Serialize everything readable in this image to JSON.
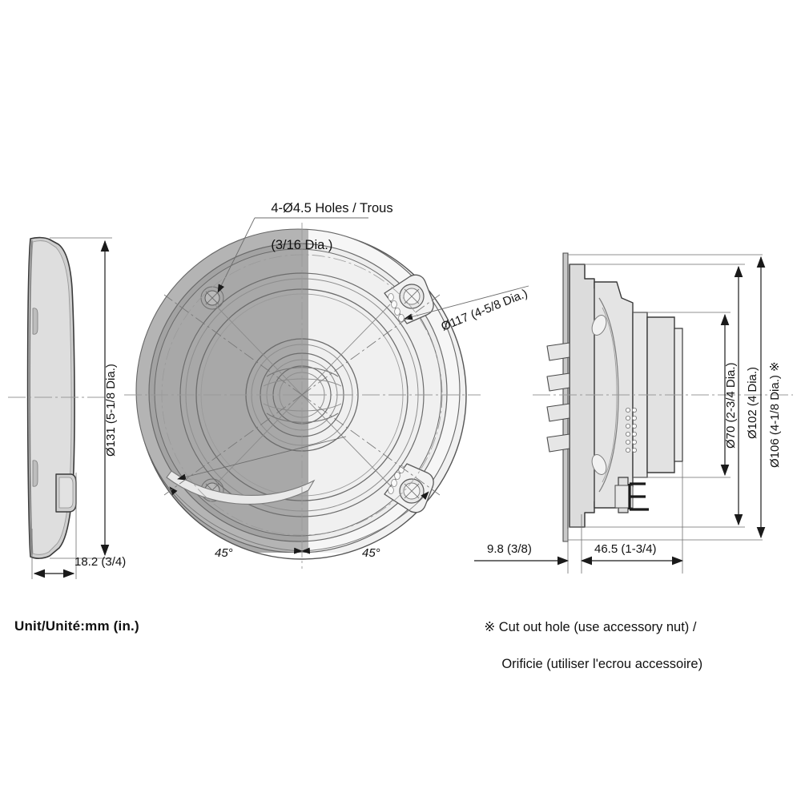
{
  "sheet": {
    "title_note": "Unit/Unité:mm (in.)",
    "footnote_line1": "※ Cut out hole (use accessory nut) /",
    "footnote_line2": "Orificie (utiliser l'ecrou accessoire)"
  },
  "views": {
    "left_side": {
      "name": "grille-side-profile-view"
    },
    "front": {
      "name": "front-view-speaker"
    },
    "right_section": {
      "name": "side-section-view-speaker"
    }
  },
  "dimensions": {
    "holes_callout_line1": "4-Ø4.5 Holes / Trous",
    "holes_callout_line2": "(3/16 Dia.)",
    "d131": "Ø131 (5-1/8 Dia.)",
    "d117": "Ø117 (4-5/8 Dia.)",
    "d70": "Ø70 (2-3/4 Dia.)",
    "d102": "Ø102 (4 Dia.)",
    "d106": "Ø106 (4-1/8 Dia.) ※",
    "depth_18_2": "18.2 (3/4)",
    "depth_9_8": "9.8 (3/8)",
    "depth_46_5": "46.5 (1-3/4)",
    "angle_left": "45°",
    "angle_right": "45°"
  },
  "colors": {
    "line": "#3a3a3a",
    "thin_line": "#8d8d8d",
    "fill_dark": "#a9a9a9",
    "fill_light": "#efefef",
    "fill_mid": "#d6d6d6",
    "background": "#ffffff",
    "text": "#111111"
  }
}
